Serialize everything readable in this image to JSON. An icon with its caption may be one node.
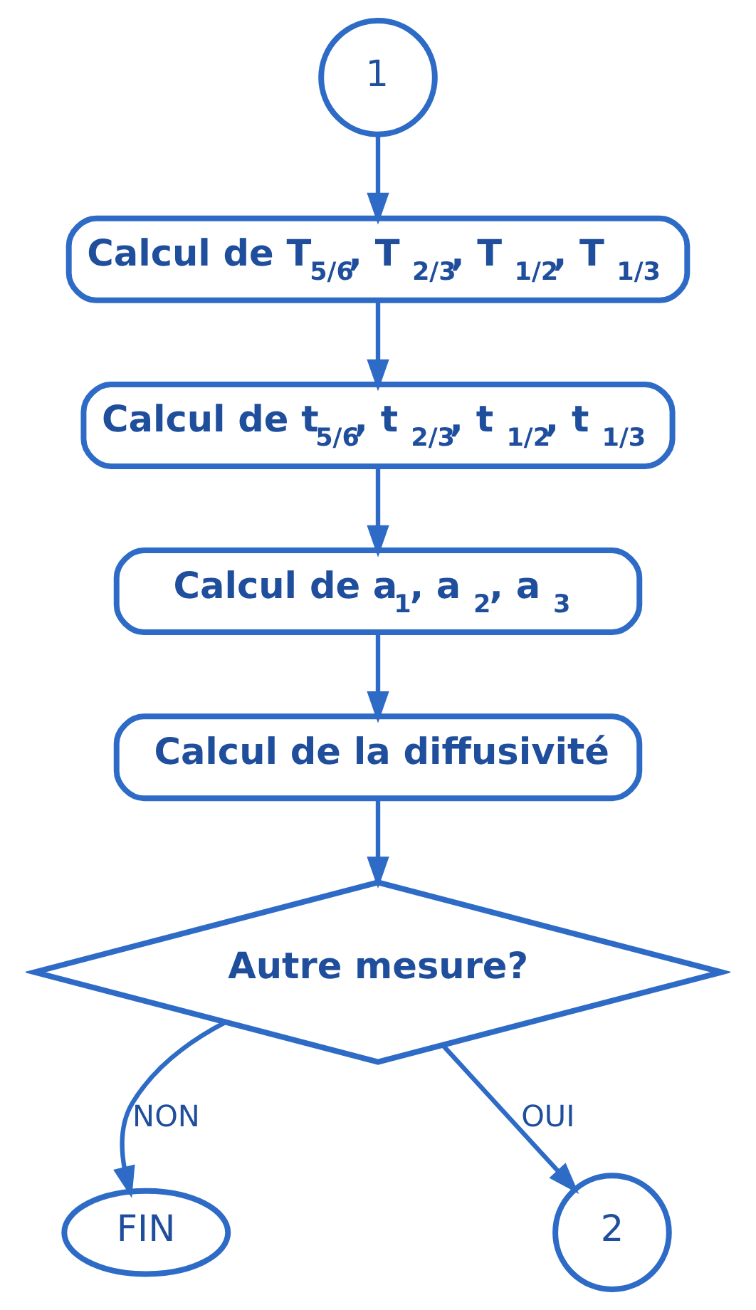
{
  "diagram": {
    "nodes": [
      {
        "text": [
          "1"
        ]
      },
      {
        "text": [
          "Calcul de T$_{5/6}$, T$_{2/3}$, T$_{1/2}$, T$_{1/3}$"
        ]
      },
      {
        "text": [
          "Calcul de t$_{5/6}$, t$_{2/3}$, t$_{1/2}$, t$_{1/3}$"
        ]
      },
      {
        "text": [
          "Calcul de a$_{1}$, a$_{2}$, a$_{3}$"
        ]
      },
      {
        "text": [
          "Calcul de la diffusivité"
        ]
      },
      {
        "text": [
          "Autre mesure?"
        ]
      },
      {
        "text": [
          "FIN"
        ]
      },
      {
        "text": [
          "2"
        ]
      }
    ],
    "edges": [
      {
        "from": 0,
        "to": 1,
        "arrow": "to"
      },
      {
        "from": 1,
        "to": 2,
        "arrow": "to"
      },
      {
        "from": 2,
        "to": 3,
        "arrow": "to"
      },
      {
        "from": 3,
        "to": 4,
        "arrow": "to"
      },
      {
        "from": 4,
        "to": 5,
        "arrow": "to"
      },
      {
        "from": 5,
        "to": 6,
        "label": "NON",
        "arrow": "to"
      },
      {
        "from": 5,
        "to": 7,
        "label": "OUI",
        "arrow": "to"
      }
    ]
  }
}
